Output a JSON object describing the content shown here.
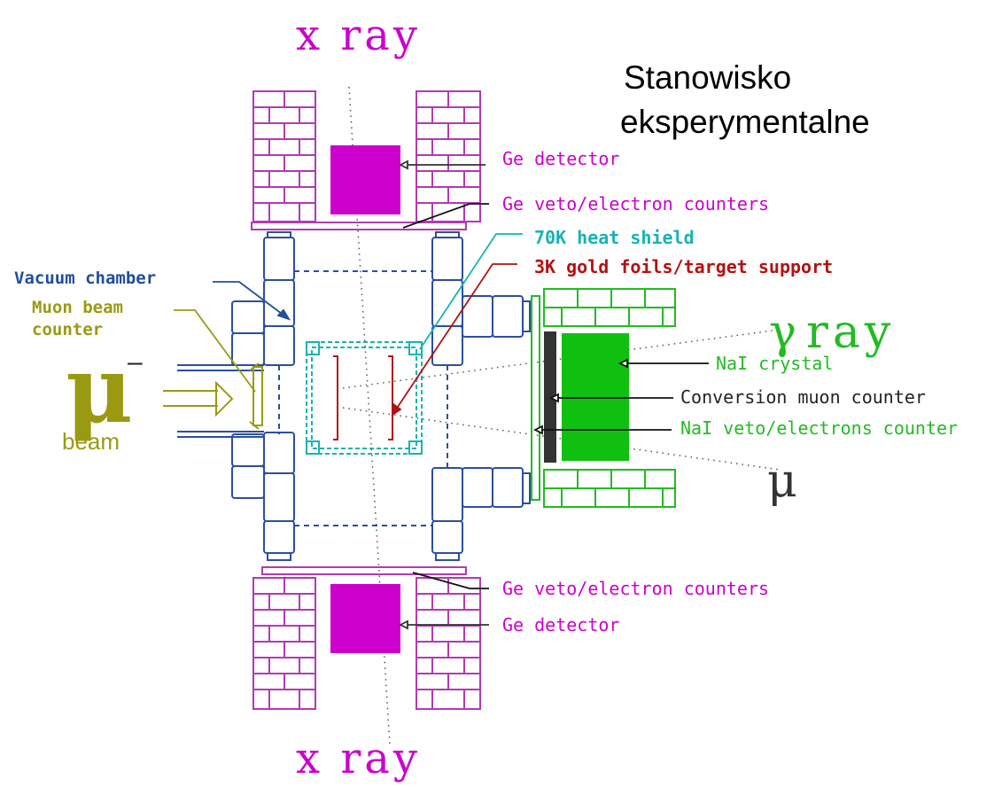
{
  "title": {
    "line1": "Stanowisko",
    "line2": "eksperymentalne"
  },
  "rays": {
    "xray_top": "x ray",
    "xray_bottom": "x ray",
    "gamma_symbol": "γ",
    "gamma_word": "ray",
    "mu_right": "μ"
  },
  "beam": {
    "symbol": "μ",
    "charge": "–",
    "word": "beam"
  },
  "labels": {
    "ge_detector_top": "Ge detector",
    "ge_veto_top": "Ge veto/electron counters",
    "heat_shield": "70K heat shield",
    "gold_foils": "3K gold foils/target support",
    "vacuum_chamber": "Vacuum chamber",
    "muon_beam_counter_1": "Muon beam",
    "muon_beam_counter_2": "counter",
    "nai_crystal": "NaI crystal",
    "conversion_counter": "Conversion muon counter",
    "nai_veto": "NaI veto/electrons counter",
    "ge_veto_bottom": "Ge veto/electron counters",
    "ge_detector_bottom": "Ge detector"
  },
  "colors": {
    "magenta": "#cc00cc",
    "brick": "#b23ab2",
    "navy": "#1f4e9c",
    "blue_line": "#2b4f9e",
    "cyan": "#17b3b3",
    "red": "#b31212",
    "olive": "#9a9a12",
    "green": "#22bb22",
    "green_fill": "#10c010",
    "dark": "#333333"
  }
}
